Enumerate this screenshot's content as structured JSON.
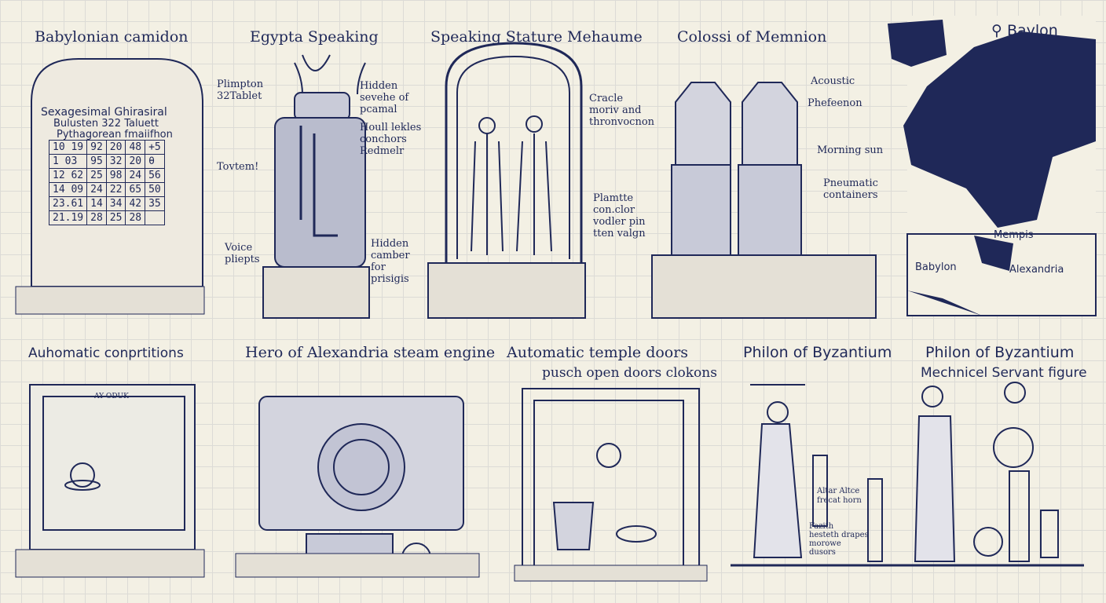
{
  "colors": {
    "ink": "#1f2858",
    "paper": "#f3f0e4",
    "map": "#1f2858"
  },
  "panels": {
    "babylonian": {
      "title": "Babylonian camidon",
      "header": "Sexagesimal Ghirasiral",
      "subtitle1": "Bulusten 322 Taluett",
      "subtitle2": "Pythagorean fmaiifhon",
      "rows": [
        [
          "10 19",
          "92",
          "20",
          "48",
          "+5"
        ],
        [
          "1 03",
          "95",
          "32",
          "20",
          "θ"
        ],
        [
          "12 62",
          "25",
          "98",
          "24",
          "56"
        ],
        [
          "14 09",
          "24",
          "22",
          "65",
          "50"
        ],
        [
          "23.61",
          "14",
          "34",
          "42",
          "35"
        ],
        [
          "21.19",
          "28",
          "25",
          "28",
          ""
        ]
      ]
    },
    "egypt": {
      "title": "Egypta Speaking",
      "labels": [
        "Plimpton\n32Tablet",
        "Hidden\nsevehe of\npcamal",
        "Houll lekles\nconchors\nRedmelr",
        "Tovtem!",
        "Voice\npliepts",
        "Hidden\ncamber\nfor\nprisigis"
      ]
    },
    "statue": {
      "title": "Speaking Stature Mehaume",
      "labels": [
        "Cracle\nmoriv and\nthronvocnon",
        "Plamtte\ncon.clor\nvodler pin\ntten valgn"
      ]
    },
    "colossi": {
      "title": "Colossi of Memnion",
      "labels": [
        "Acoustic",
        "Phefeenon",
        "Morning sun",
        "Pneumatic\ncontainers"
      ]
    },
    "map": {
      "title": "Baylon",
      "places": [
        "Mempis",
        "Babylon",
        "Alexandria"
      ]
    },
    "automatic": {
      "title": "Auhomatic conprtitions",
      "inner_label": "AY ODUK"
    },
    "hero": {
      "title": "Hero of Alexandria steam engine"
    },
    "doors": {
      "title": "Automatic temple doors",
      "subtitle": "pusch open doors clokons"
    },
    "philon1": {
      "title": "Philon of Byzantium",
      "labels": [
        "Altar Altce\nfrecat horn",
        "Fazith\nhesteth drapes\nmorowe\ndusors"
      ]
    },
    "philon2": {
      "title": "Philon of Byzantium",
      "subtitle": "Mechnicel Servant figure"
    }
  }
}
